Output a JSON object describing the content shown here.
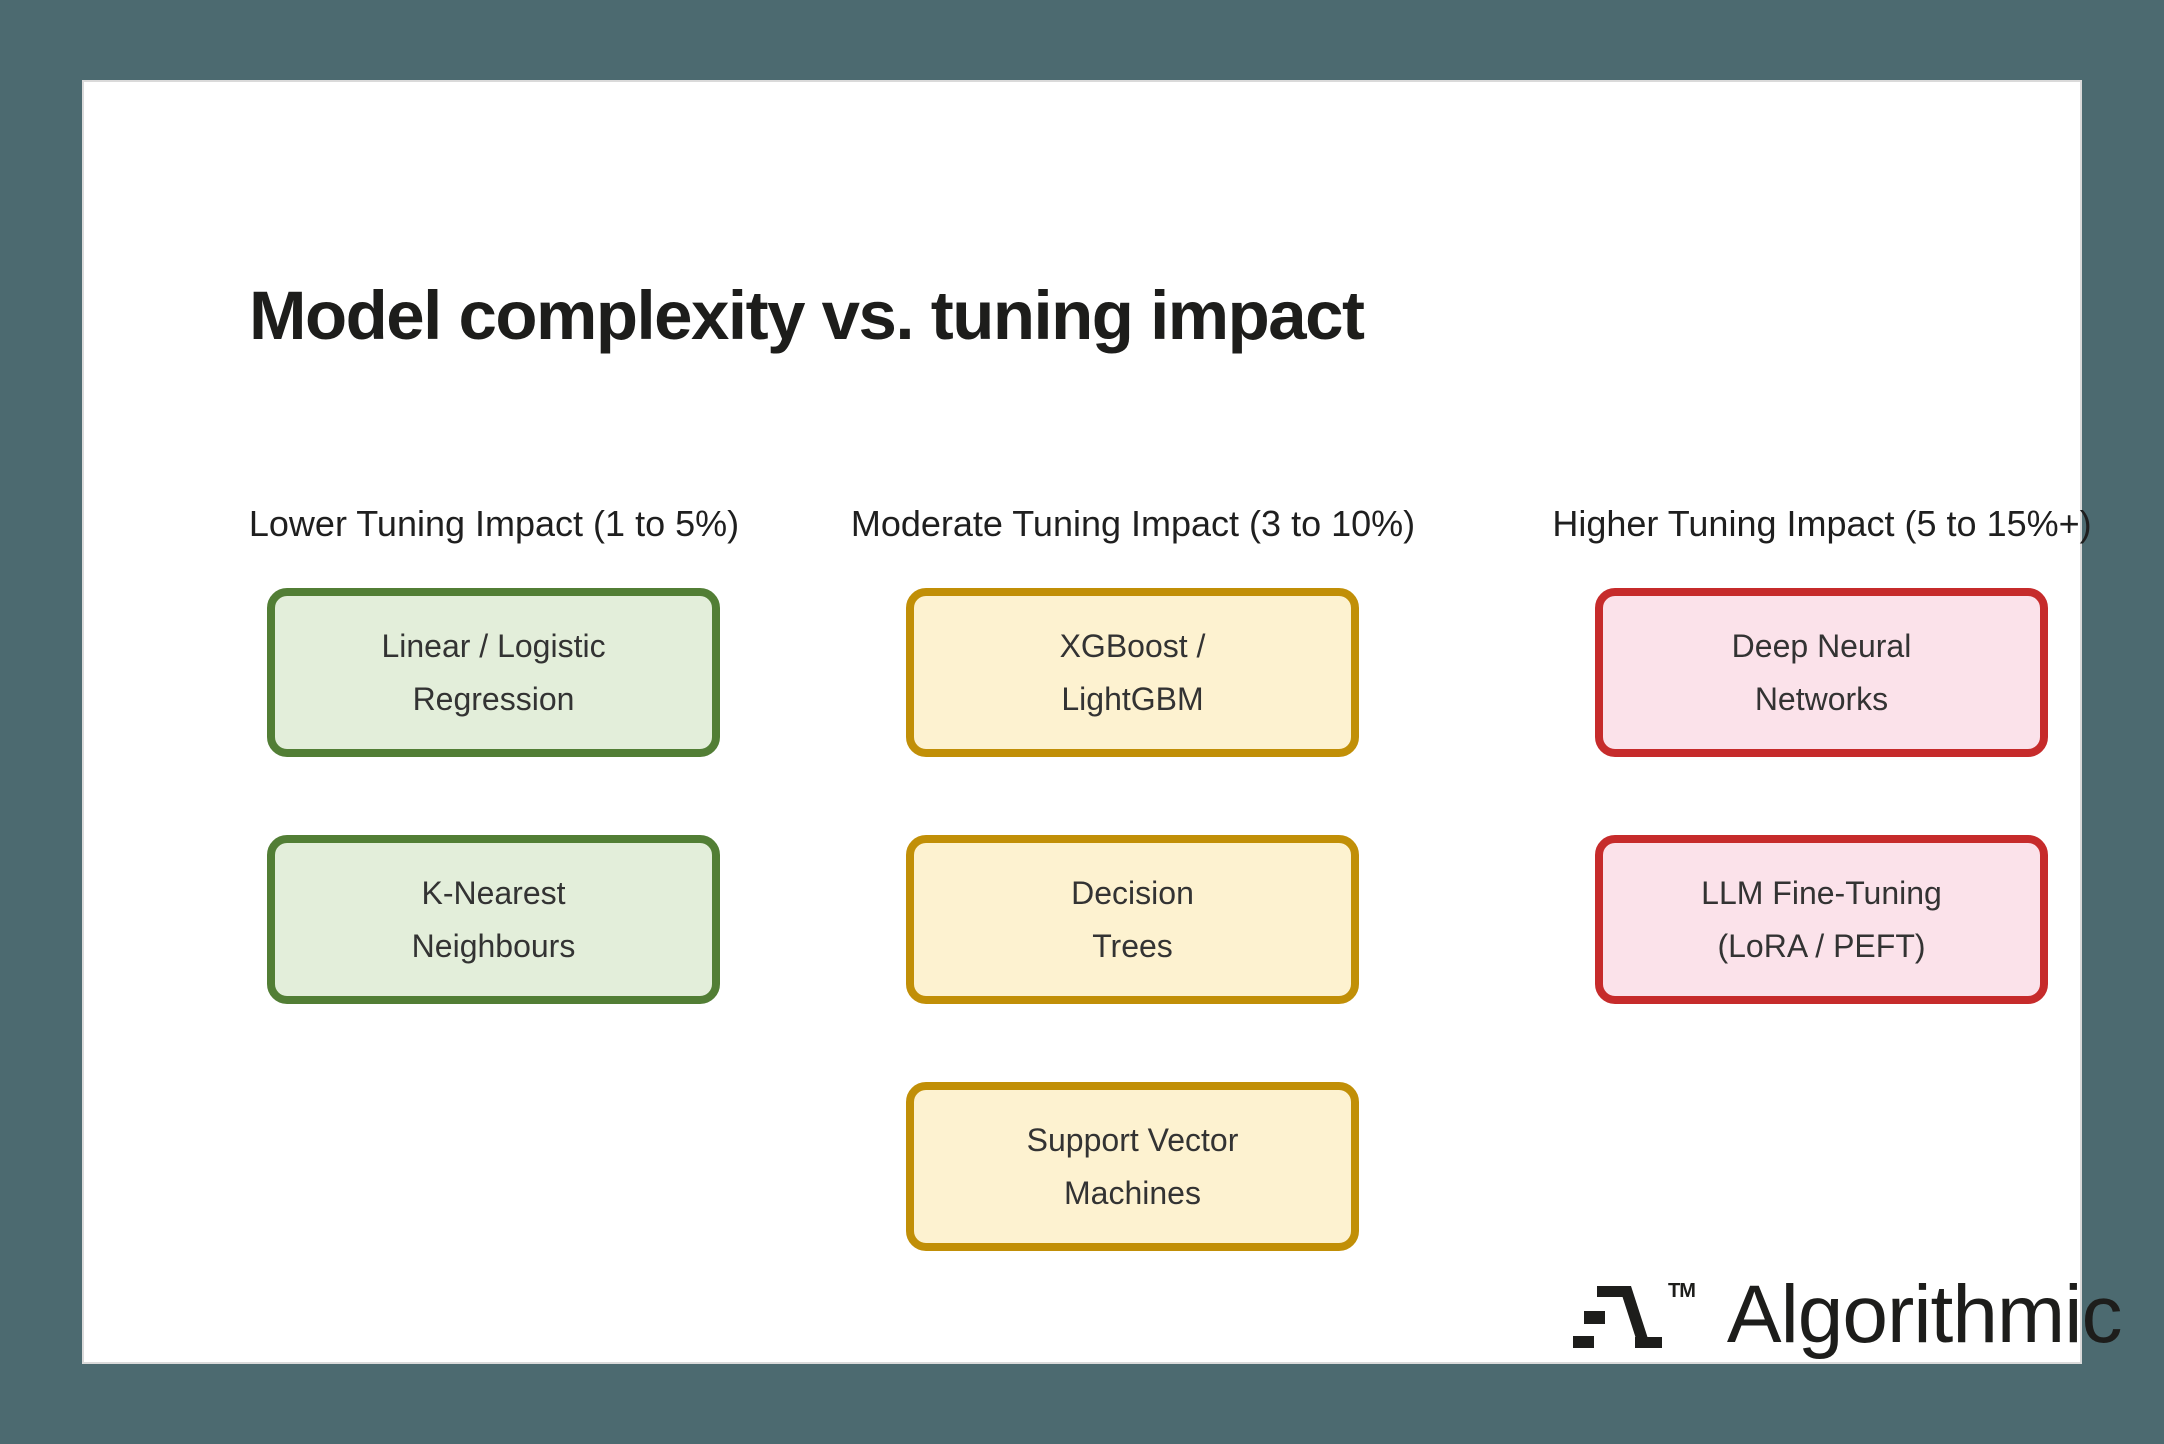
{
  "page": {
    "background_color": "#4C6A70",
    "card_color": "#FFFFFF"
  },
  "title": "Model complexity vs. tuning impact",
  "columns": [
    {
      "header": "Lower Tuning Impact (1 to 5%)",
      "border_color": "#527E35",
      "fill_color": "#E3EEDA",
      "boxes": [
        {
          "lines": [
            "Linear / Logistic",
            "Regression"
          ]
        },
        {
          "lines": [
            "K-Nearest",
            "Neighbours"
          ]
        }
      ]
    },
    {
      "header": "Moderate Tuning Impact (3 to 10%)",
      "border_color": "#C18F07",
      "fill_color": "#FDF2D0",
      "boxes": [
        {
          "lines": [
            "XGBoost /",
            "LightGBM"
          ]
        },
        {
          "lines": [
            "Decision",
            "Trees"
          ]
        },
        {
          "lines": [
            "Support Vector",
            "Machines"
          ]
        }
      ]
    },
    {
      "header": "Higher Tuning Impact (5 to 15%+)",
      "border_color": "#C62B2B",
      "fill_color": "#FBE2EA",
      "boxes": [
        {
          "lines": [
            "Deep Neural",
            "Networks"
          ]
        },
        {
          "lines": [
            "LLM Fine-Tuning",
            "(LoRA / PEFT)"
          ]
        }
      ]
    }
  ],
  "logo": {
    "wordmark": "Algorithmic",
    "trademark": "TM",
    "mark_color": "#1D1D1B"
  }
}
